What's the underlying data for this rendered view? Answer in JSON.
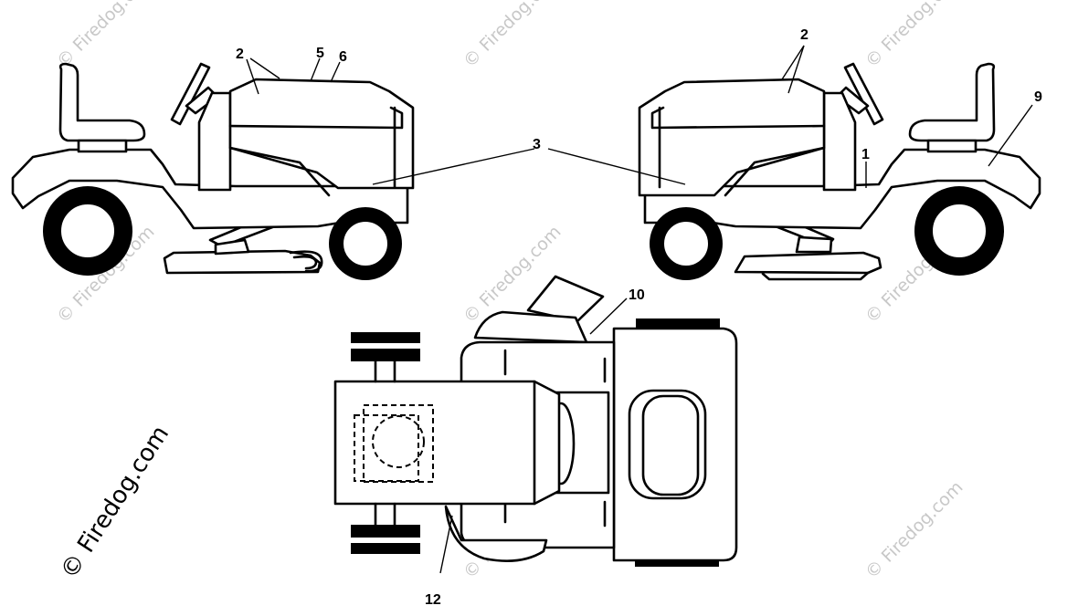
{
  "watermark": {
    "text": "© Firedog.com"
  },
  "callouts": {
    "c1": "1",
    "c2_left": "2",
    "c2_right": "2",
    "c3": "3",
    "c5": "5",
    "c6": "6",
    "c9": "9",
    "c10": "10",
    "c12": "12"
  },
  "colors": {
    "line": "#000000",
    "background": "#ffffff",
    "watermark": "#c8c8c8"
  }
}
